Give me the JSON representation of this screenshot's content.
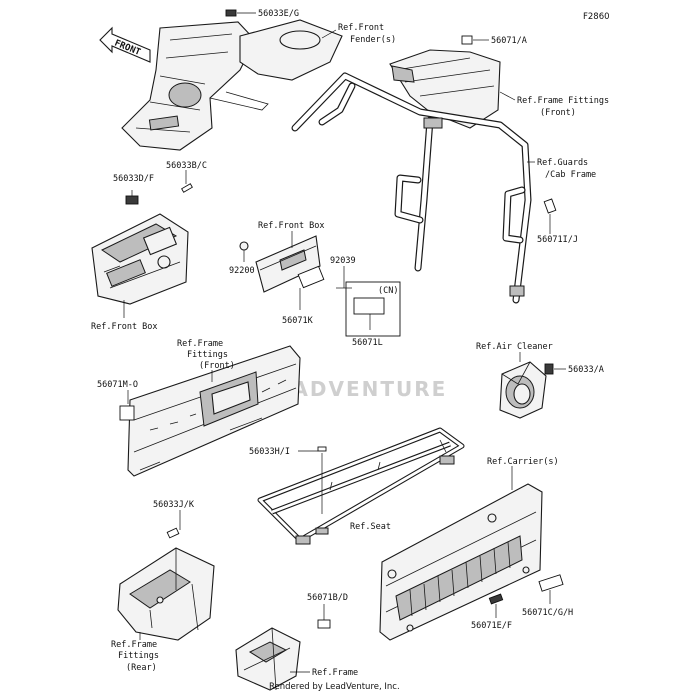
{
  "figure_code": "F2860",
  "watermark": "LEADVENTURE",
  "credit": "Rendered by LeadVenture, Inc.",
  "front_arrow": "FRONT",
  "part_numbers": {
    "p56033EG": "56033E/G",
    "p56071A": "56071/A",
    "p56033DF": "56033D/F",
    "p56033BC": "56033B/C",
    "p92200": "92200",
    "p92039": "92039",
    "p56071K": "56071K",
    "p56071L": "56071L",
    "p56071IJ": "56071I/J",
    "p56071MO": "56071M-O",
    "p56033A": "56033/A",
    "p56033HI": "56033H/I",
    "p56033JK": "56033J/K",
    "p56071BD": "56071B/D",
    "p56071EF": "56071E/F",
    "p56071CGH": "56071C/G/H"
  },
  "cn_tag": "(CN)",
  "references": {
    "front_fender_1": "Ref.Front",
    "front_fender_2": "Fender(s)",
    "frame_fittings_front_1": "Ref.Frame Fittings",
    "frame_fittings_front_2": "(Front)",
    "guards_1": "Ref.Guards",
    "guards_2": "/Cab Frame",
    "front_box_top": "Ref.Front Box",
    "front_box_left": "Ref.Front Box",
    "frame_fittings_mid_1": "Ref.Frame",
    "frame_fittings_mid_2": "Fittings",
    "frame_fittings_mid_3": "(Front)",
    "air_cleaner": "Ref.Air Cleaner",
    "carrier": "Ref.Carrier(s)",
    "seat": "Ref.Seat",
    "frame_rear_1": "Ref.Frame",
    "frame_rear_2": "Fittings",
    "frame_rear_3": "(Rear)",
    "frame": "Ref.Frame"
  }
}
